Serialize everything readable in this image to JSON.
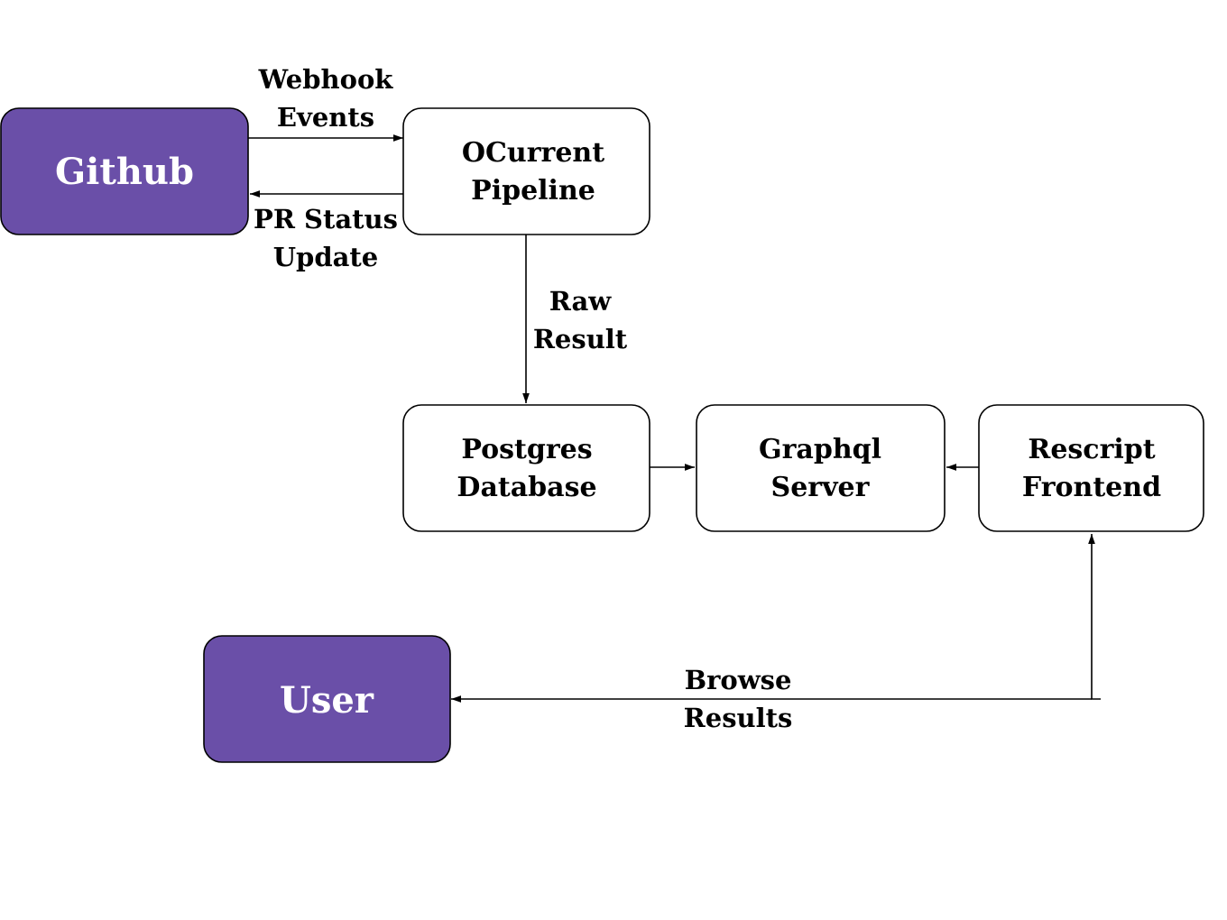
{
  "colors": {
    "actor_fill": "#6a4fa8",
    "actor_text": "#ffffff",
    "component_fill": "#ffffff",
    "component_text": "#000000",
    "line": "#000000"
  },
  "nodes": {
    "github": {
      "lines": [
        "Github"
      ],
      "kind": "actor"
    },
    "ocurrent": {
      "lines": [
        "OCurrent",
        "Pipeline"
      ],
      "kind": "component"
    },
    "postgres": {
      "lines": [
        "Postgres",
        "Database"
      ],
      "kind": "component"
    },
    "graphql": {
      "lines": [
        "Graphql",
        "Server"
      ],
      "kind": "component"
    },
    "rescript": {
      "lines": [
        "Rescript",
        "Frontend"
      ],
      "kind": "component"
    },
    "user": {
      "lines": [
        "User"
      ],
      "kind": "actor"
    }
  },
  "edges": {
    "webhook": {
      "from": "github",
      "to": "ocurrent",
      "label": [
        "Webhook",
        "Events"
      ]
    },
    "pr_status": {
      "from": "ocurrent",
      "to": "github",
      "label": [
        "PR Status",
        "Update"
      ]
    },
    "raw_result": {
      "from": "ocurrent",
      "to": "postgres",
      "label": [
        "Raw",
        "Result"
      ]
    },
    "db_to_graphql": {
      "from": "postgres",
      "to": "graphql",
      "label": []
    },
    "frontend_to_graphql": {
      "from": "rescript",
      "to": "graphql",
      "label": []
    },
    "browse_results": {
      "from": "rescript",
      "to": "user",
      "label": [
        "Browse",
        "Results"
      ]
    }
  }
}
